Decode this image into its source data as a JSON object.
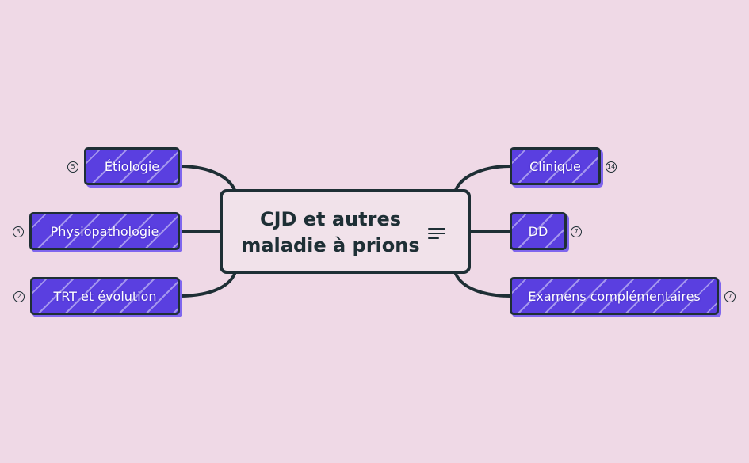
{
  "colors": {
    "background": "#efd9e6",
    "central_fill": "#f1e2ea",
    "outline": "#1e2f35",
    "topic_fill": "#5a3fe0",
    "topic_text": "#ffffff"
  },
  "central": {
    "title": "CJD et autres maladie à prions",
    "icon": "notes-icon"
  },
  "topics": {
    "etiologie": {
      "label": "Étiologie",
      "count": "5"
    },
    "physiopathologie": {
      "label": "Physiopathologie",
      "count": "3"
    },
    "trt_evolution": {
      "label": "TRT et évolution",
      "count": "2"
    },
    "clinique": {
      "label": "Clinique",
      "count": "14"
    },
    "dd": {
      "label": "DD",
      "count": "7"
    },
    "examens": {
      "label": "Examens complémentaires",
      "count": "7"
    }
  }
}
